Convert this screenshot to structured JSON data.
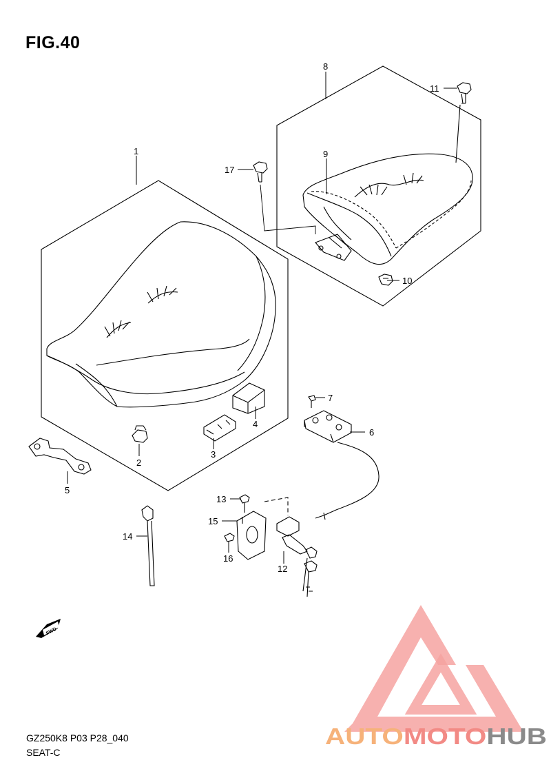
{
  "figure": {
    "title": "FIG.40",
    "model_code": "GZ250K8 P03 P28_040",
    "section_name": "SEAT-C"
  },
  "callouts": [
    {
      "id": "1",
      "label": "1"
    },
    {
      "id": "2",
      "label": "2"
    },
    {
      "id": "3",
      "label": "3"
    },
    {
      "id": "4",
      "label": "4"
    },
    {
      "id": "5",
      "label": "5"
    },
    {
      "id": "6",
      "label": "6"
    },
    {
      "id": "7",
      "label": "7"
    },
    {
      "id": "8",
      "label": "8"
    },
    {
      "id": "9",
      "label": "9"
    },
    {
      "id": "10",
      "label": "10"
    },
    {
      "id": "11",
      "label": "11"
    },
    {
      "id": "12",
      "label": "12"
    },
    {
      "id": "13",
      "label": "13"
    },
    {
      "id": "14",
      "label": "14"
    },
    {
      "id": "15",
      "label": "15"
    },
    {
      "id": "16",
      "label": "16"
    },
    {
      "id": "17",
      "label": "17"
    }
  ],
  "direction_indicator": {
    "label": "FWD",
    "icon": "fwd-arrow-icon"
  },
  "watermark": {
    "parts": [
      "AUTO",
      "MOTO",
      "HUB"
    ],
    "colors": {
      "auto": "#f6b27a",
      "moto": "#f28a85",
      "hub": "#8a8a8a",
      "triangle": "#f59a96"
    }
  }
}
